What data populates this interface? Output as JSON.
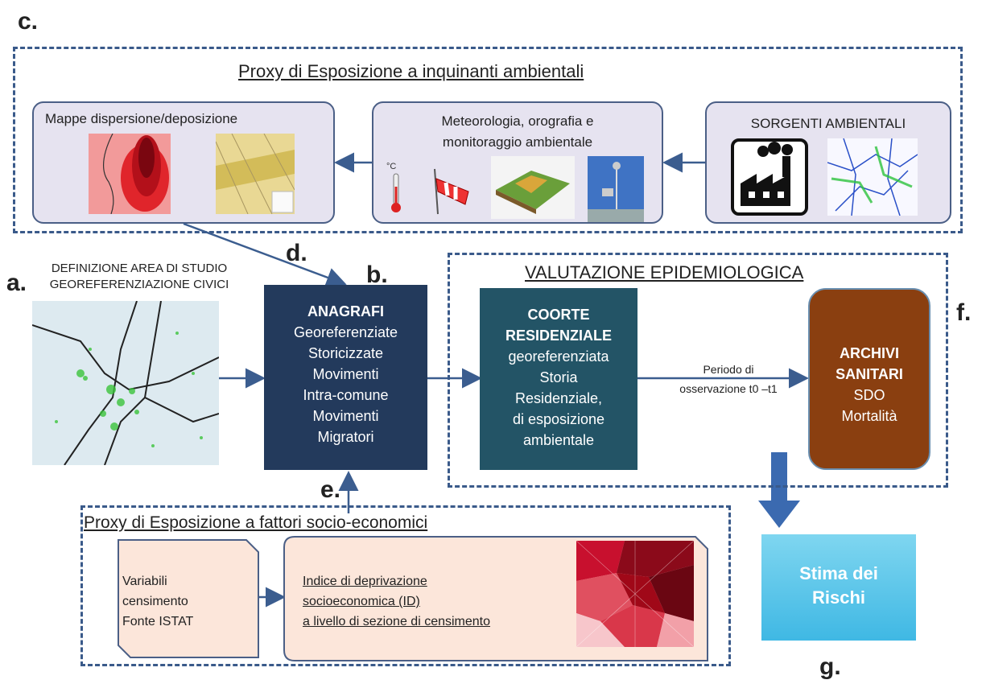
{
  "letters": {
    "a": "a.",
    "b": "b.",
    "c": "c.",
    "d": "d.",
    "e": "e.",
    "f": "f.",
    "g": "g."
  },
  "section_env": {
    "title": "Proxy di Esposizione a inquinanti ambientali"
  },
  "panel_maps": {
    "title": "Mappe dispersione/deposizione"
  },
  "panel_meteo": {
    "title_line1": "Meteorologia, orografia e",
    "title_line2": "monitoraggio ambientale",
    "thermo_label": "°C"
  },
  "panel_sources": {
    "title": "SORGENTI AMBIENTALI"
  },
  "study_area": {
    "line1": "DEFINIZIONE AREA DI STUDIO",
    "line2": "GEOREFERENZIAZIONE CIVICI"
  },
  "anagrafi": {
    "title": "ANAGRAFI",
    "lines": [
      "Georeferenziate",
      "Storicizzate",
      "Movimenti",
      "Intra-comune",
      "Movimenti",
      "Migratori"
    ]
  },
  "section_epi": {
    "title": "VALUTAZIONE EPIDEMIOLOGICA"
  },
  "coorte": {
    "title1": "COORTE",
    "title2": "RESIDENZIALE",
    "lines": [
      "georeferenziata",
      "Storia",
      "Residenziale,",
      "di esposizione",
      "ambientale"
    ]
  },
  "period": {
    "line1": "Periodo di",
    "line2": "osservazione t0 –t1"
  },
  "archivi": {
    "title1": "ARCHIVI",
    "title2": "SANITARI",
    "lines": [
      "SDO",
      "Mortalità"
    ]
  },
  "section_socio": {
    "title": "Proxy di Esposizione a fattori socio-economici"
  },
  "variabili": {
    "lines": [
      "Variabili",
      "censimento",
      "Fonte ISTAT"
    ]
  },
  "indice": {
    "lines": [
      "Indice di deprivazione",
      "socioeconomica (ID)",
      "a livello di sezione di censimento"
    ]
  },
  "stima": {
    "line1": "Stima dei",
    "line2": "Rischi"
  },
  "colors": {
    "navy": "#233a5c",
    "teal": "#235466",
    "brown": "#8a3f10",
    "arrow": "#3b5d8f",
    "panel": "#e6e3f0",
    "peach": "#fce6da",
    "stima": "#4cc0e8"
  }
}
